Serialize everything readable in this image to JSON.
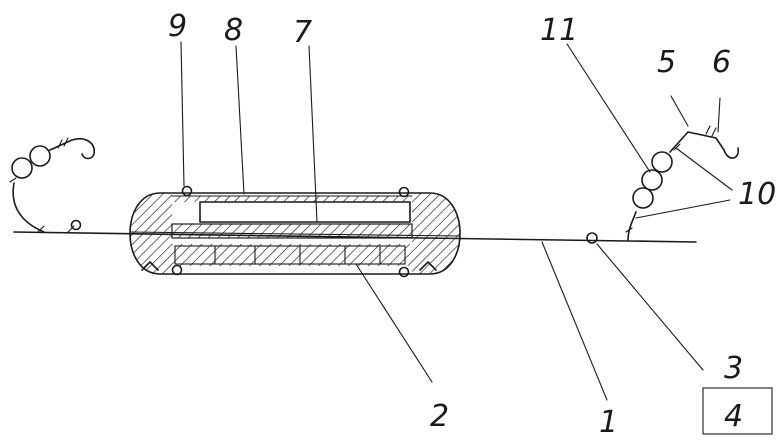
{
  "callouts": {
    "c1": "1",
    "c2": "2",
    "c3": "3",
    "c4": "4",
    "c5": "5",
    "c6": "6",
    "c7": "7",
    "c8": "8",
    "c9": "9",
    "c10": "10",
    "c11": "11"
  },
  "colors": {
    "ink": "#1a1a1a",
    "background": "#ffffff"
  }
}
